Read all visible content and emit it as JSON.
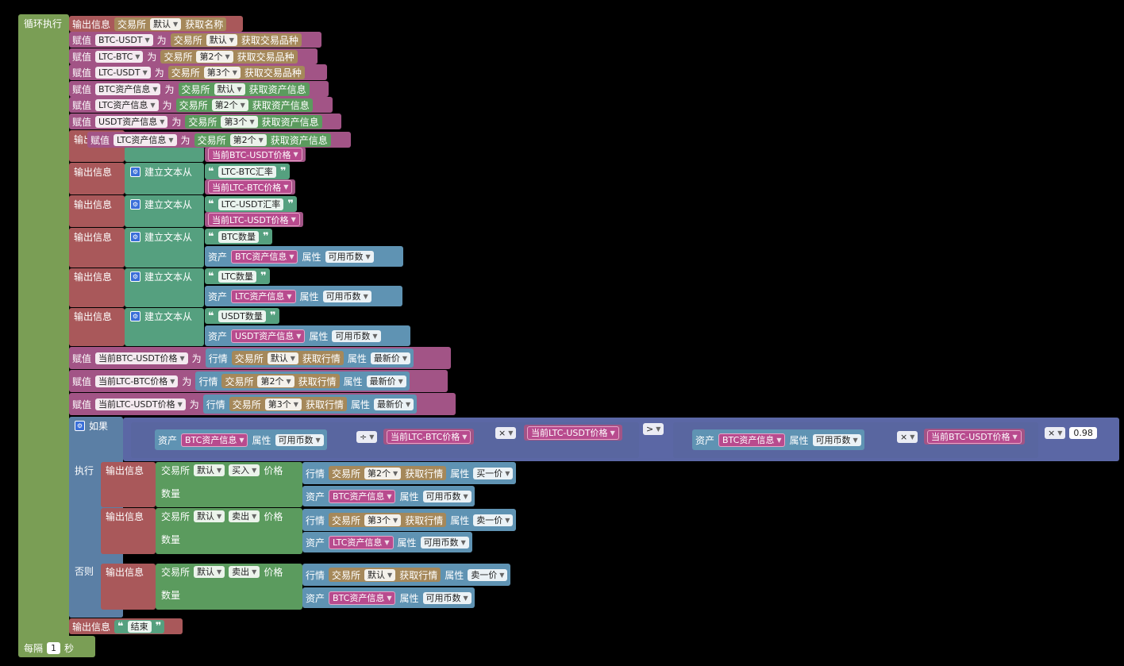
{
  "loop": {
    "label": "循环执行",
    "every_label": "每隔",
    "every_value": "1",
    "every_unit": "秒"
  },
  "lbl": {
    "output": "输出信息",
    "assign": "赋值",
    "as": "为",
    "exchange": "交易所",
    "get_name": "获取名称",
    "get_symbol": "获取交易品种",
    "get_account": "获取资产信息",
    "get_ticker": "获取行情",
    "build_text": "建立文本从",
    "asset": "资产",
    "ticker": "行情",
    "attr": "属性",
    "if": "如果",
    "do": "执行",
    "else": "否则",
    "price": "价格",
    "amount": "数量",
    "open_q": "❝",
    "close_q": "❞"
  },
  "opt": {
    "default": "默认",
    "second": "第2个",
    "third": "第3个",
    "buy": "买入",
    "sell": "卖出",
    "available": "可用币数",
    "last": "最新价",
    "buy1": "买一价",
    "sell1": "卖一价",
    "mul": "×",
    "div": "÷",
    "gt": ">"
  },
  "vars": {
    "btc_usdt": "BTC-USDT",
    "ltc_btc": "LTC-BTC",
    "ltc_usdt": "LTC-USDT",
    "btc_acc": "BTC资产信息",
    "ltc_acc": "LTC资产信息",
    "usdt_acc": "USDT资产信息",
    "p_btc_usdt": "当前BTC-USDT价格",
    "p_ltc_btc": "当前LTC-BTC价格",
    "p_ltc_usdt": "当前LTC-USDT价格"
  },
  "strings": {
    "ltc_btc_rate": "LTC-BTC汇率",
    "ltc_usdt_rate": "LTC-USDT汇率",
    "btc_amount": "BTC数量",
    "ltc_amount": "LTC数量",
    "usdt_amount": "USDT数量",
    "end": "结束"
  },
  "threshold": "0.98",
  "colors": {
    "loop": "#7a9e55",
    "output": "#a9585a",
    "assign": "#a25486",
    "exchange": "#a5885a",
    "exchange_list": "#5b9b5e",
    "text": "#55a07f",
    "object": "#5f93b3",
    "logic": "#5b74a5"
  }
}
